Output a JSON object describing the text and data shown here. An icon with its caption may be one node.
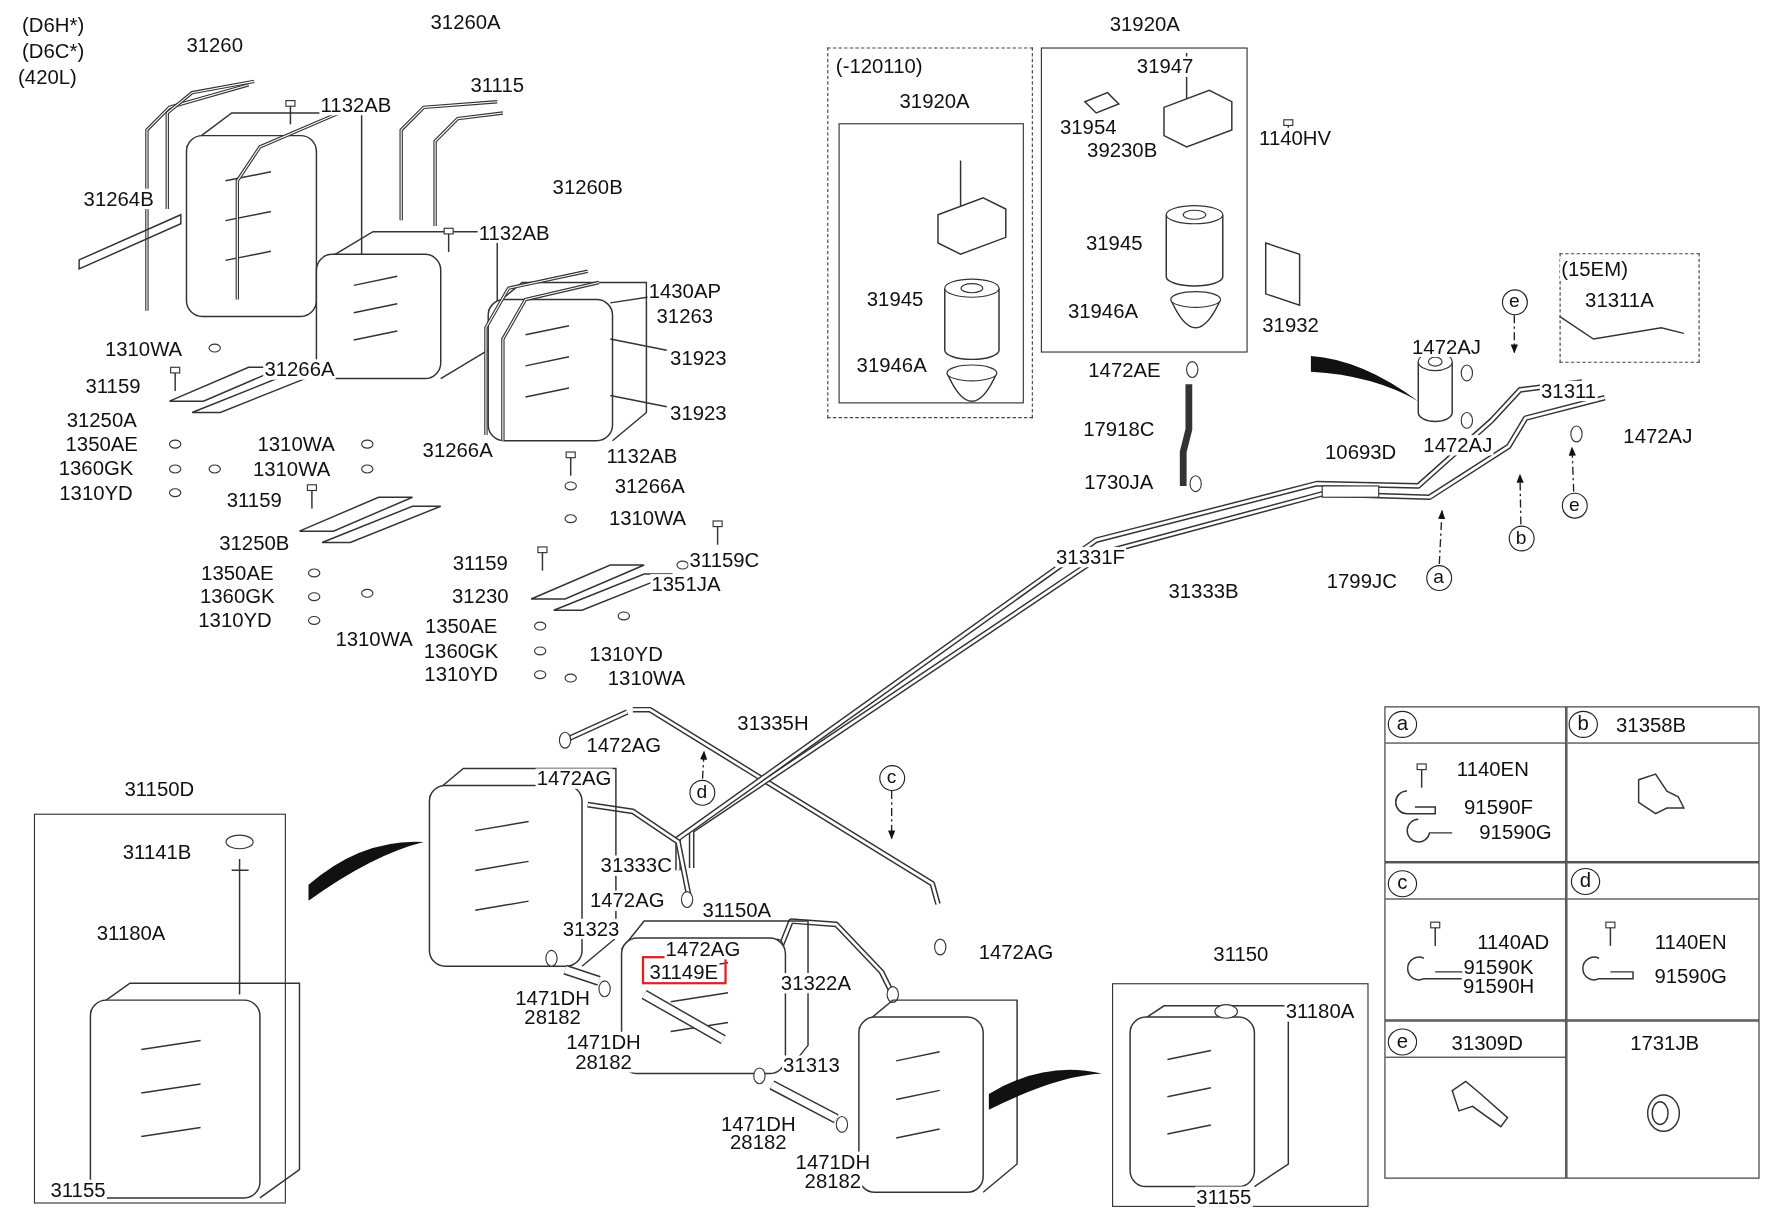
{
  "diagram": {
    "nodes": [
      {
        "text": [
          "(-120110)"
        ]
      },
      {
        "text": [
          "31920A",
          "31945",
          "31946A"
        ],
        "in": 0
      },
      {
        "text": [
          "31920A",
          "31947",
          "31954",
          "39230B",
          "31945",
          "31946A"
        ]
      },
      {
        "text": [
          "(15EM)",
          "31311A"
        ]
      },
      {
        "text": [
          "e"
        ]
      },
      {
        "text": [
          "e"
        ]
      },
      {
        "text": [
          "b"
        ]
      },
      {
        "text": [
          "a"
        ]
      },
      {
        "text": [
          "c"
        ]
      },
      {
        "text": [
          "d"
        ]
      },
      {
        "text": [
          "31150D",
          "31141B",
          "31180A",
          "31155"
        ]
      },
      {
        "text": [
          "31149E"
        ]
      },
      {
        "text": [
          "31150",
          "31180A",
          "31155"
        ]
      },
      {
        "text": [
          "a",
          "1140EN",
          "91590F",
          "91590G"
        ]
      },
      {
        "text": [
          "b",
          "31358B"
        ]
      },
      {
        "text": [
          "c",
          "1140AD",
          "91590K",
          "91590H"
        ]
      },
      {
        "text": [
          "d",
          "1140EN",
          "91590G"
        ]
      },
      {
        "text": [
          "e",
          "31309D"
        ]
      },
      {
        "text": [
          "1731JB"
        ]
      }
    ],
    "edges": [
      {
        "from": 4,
        "to": null,
        "arrow": "to",
        "style": "dashed"
      },
      {
        "from": 5,
        "to": null,
        "arrow": "to",
        "style": "dashed"
      },
      {
        "from": 6,
        "to": null,
        "arrow": "to",
        "style": "dashed"
      },
      {
        "from": 7,
        "to": null,
        "arrow": "to",
        "style": "dashed"
      },
      {
        "from": 8,
        "to": null,
        "arrow": "to",
        "style": "dashed"
      },
      {
        "from": 9,
        "to": null,
        "arrow": "to",
        "style": "dashed"
      }
    ],
    "labels": [
      "(D6H*)",
      "(D6C*)",
      "(420L)",
      "31260",
      "31260A",
      "31115",
      "1132AB",
      "31264B",
      "1132AB",
      "31260B",
      "1430AP",
      "31263",
      "31923",
      "31923",
      "1310WA",
      "31266A",
      "31159",
      "31250A",
      "1350AE",
      "1360GK",
      "1310YD",
      "1310WA",
      "1310WA",
      "31266A",
      "1132AB",
      "31266A",
      "1310WA",
      "31159",
      "31250B",
      "1350AE",
      "1360GK",
      "1310YD",
      "31159C",
      "1351JA",
      "31159",
      "31230",
      "1350AE",
      "1310WA",
      "1360GK",
      "1310YD",
      "1310YD",
      "1310WA",
      "1140HV",
      "31932",
      "1472AE",
      "17918C",
      "1730JA",
      "1472AJ",
      "1472AJ",
      "31311",
      "1472AJ",
      "10693D",
      "1799JC",
      "31331F",
      "31333B",
      "31335H",
      "1472AG",
      "1472AG",
      "31333C",
      "1472AG",
      "31150A",
      "31323",
      "1472AG",
      "31322A",
      "1472AG",
      "1471DH",
      "28182",
      "1471DH",
      "28182",
      "31313",
      "1471DH",
      "28182",
      "1471DH",
      "28182"
    ]
  }
}
